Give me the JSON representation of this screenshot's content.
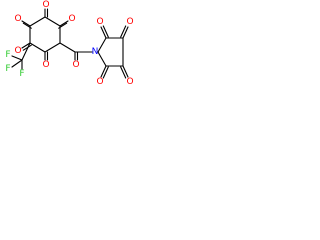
{
  "structure": {
    "bond_color": "#000000",
    "oxygen_color": "#ff0000",
    "nitrogen_color": "#0000ff",
    "fluorine_color": "#33cc33",
    "atom_labels": {
      "o1": "O",
      "o2": "O",
      "o3": "O",
      "o4": "O",
      "o5": "O",
      "o6": "O",
      "o7": "O",
      "o8": "O",
      "o9": "O",
      "n1": "N",
      "f1": "F",
      "f2": "F",
      "f3": "F"
    }
  }
}
